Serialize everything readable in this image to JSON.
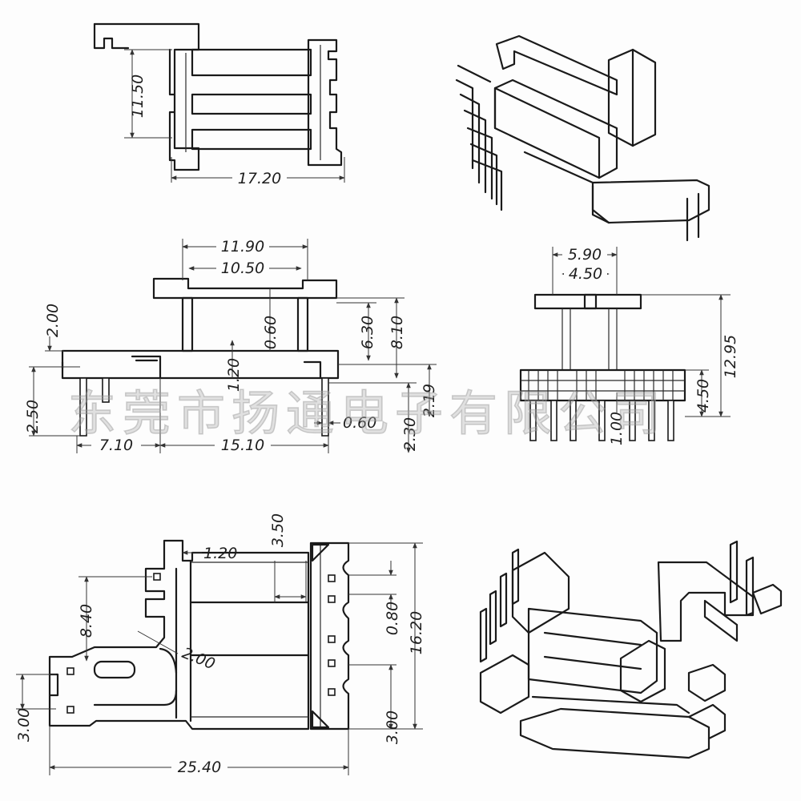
{
  "watermark": "东莞市扬通电子有限公司",
  "top_left_view": {
    "height": "11.50",
    "width": "17.20"
  },
  "side_view": {
    "overall_top": "11.90",
    "inner_top": "10.50",
    "left_offset": "2.00",
    "pin_length": "2.50",
    "flange_thickness": "0.60",
    "inner_height": "6.30",
    "overall_height": "8.10",
    "base_thickness": "1.20",
    "pin_width": "0.60",
    "pin_height_right": "2.30",
    "step": "2.19",
    "left_length": "7.10",
    "base_length": "15.10"
  },
  "front_view": {
    "overall_top": "5.90",
    "inner_top": "4.50",
    "overall_height": "12.95",
    "lower_height": "4.50",
    "pin_pitch": "1.00"
  },
  "bottom_view": {
    "tab": "1.20",
    "slot_width": "3.50",
    "left_height": "8.40",
    "hole": "2.00",
    "notch": "0.80",
    "overall_height": "16.20",
    "left_bottom": "3.00",
    "right_bottom": "3.00",
    "overall_length": "25.40"
  }
}
